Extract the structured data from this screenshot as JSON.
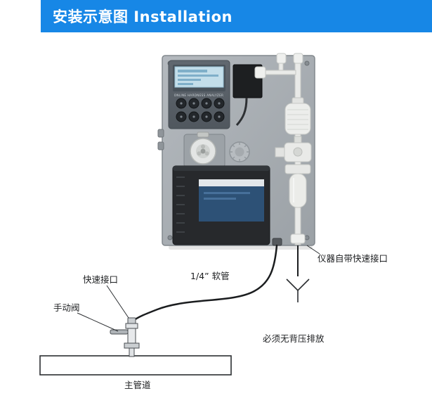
{
  "header": {
    "title": "安装示意图 Installation"
  },
  "device": {
    "screen_caption": "ONLINE HARDNESS ANALYZER"
  },
  "labels": {
    "quick_connector": "快速接口",
    "manual_valve": "手动阀",
    "hose": "1/4” 软管",
    "instrument_quick_connector": "仪器自带快速接口",
    "drain_note": "必须无背压排放",
    "main_pipe": "主管道"
  },
  "colors": {
    "header_bg": "#1787e6",
    "header_text": "#ffffff",
    "panel_gray": "#a9aeb3",
    "controller_gray": "#5b6269",
    "compartment_dark": "#27292c",
    "label_blue": "#2d5176",
    "tube_black": "#1b1d1f"
  }
}
